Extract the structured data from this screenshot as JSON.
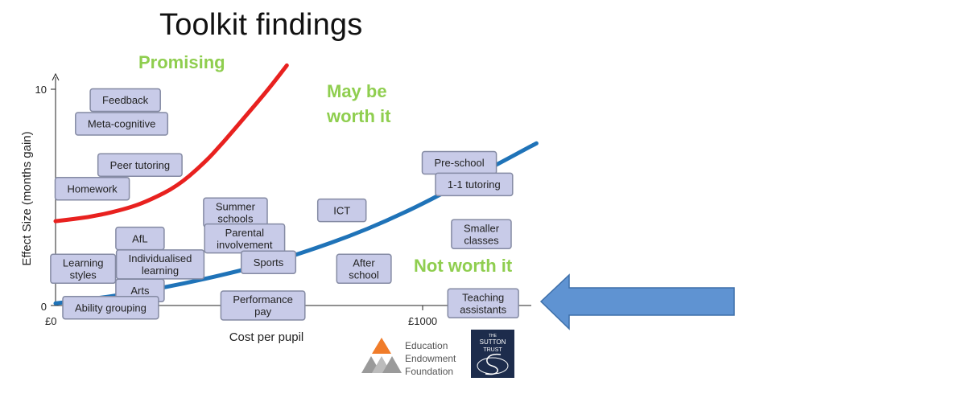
{
  "page_title": "Toolkit findings",
  "zones": {
    "promising": "Promising",
    "may_be_line1": "May be",
    "may_be_line2": "worth it",
    "not_worth": "Not worth it"
  },
  "chart_data": {
    "type": "scatter",
    "title": "Toolkit findings",
    "xlabel": "Cost per pupil",
    "ylabel": "Effect Size (months gain)",
    "x_ticks": [
      "£0",
      "£1000"
    ],
    "y_ticks": [
      "0",
      "10"
    ],
    "xlim": [
      0,
      1300
    ],
    "ylim": [
      0,
      10.5
    ],
    "grid": false,
    "points": [
      {
        "lines": [
          "Feedback"
        ],
        "x": 190,
        "y": 9.5
      },
      {
        "lines": [
          "Meta-cognitive"
        ],
        "x": 180,
        "y": 8.4
      },
      {
        "lines": [
          "Peer tutoring"
        ],
        "x": 230,
        "y": 6.5
      },
      {
        "lines": [
          "Homework"
        ],
        "x": 100,
        "y": 5.4
      },
      {
        "lines": [
          "Summer",
          "schools"
        ],
        "x": 490,
        "y": 4.3
      },
      {
        "lines": [
          "ICT"
        ],
        "x": 780,
        "y": 4.4
      },
      {
        "lines": [
          "Pre-school"
        ],
        "x": 1100,
        "y": 6.6
      },
      {
        "lines": [
          "1-1 tutoring"
        ],
        "x": 1140,
        "y": 5.6
      },
      {
        "lines": [
          "AfL"
        ],
        "x": 230,
        "y": 3.1
      },
      {
        "lines": [
          "Parental",
          "involvement"
        ],
        "x": 515,
        "y": 3.1
      },
      {
        "lines": [
          "Smaller",
          "classes"
        ],
        "x": 1160,
        "y": 3.3
      },
      {
        "lines": [
          "Learning",
          "styles"
        ],
        "x": 75,
        "y": 1.7
      },
      {
        "lines": [
          "Individualised",
          "learning"
        ],
        "x": 285,
        "y": 1.9
      },
      {
        "lines": [
          "Sports"
        ],
        "x": 580,
        "y": 2.0
      },
      {
        "lines": [
          "After",
          "school"
        ],
        "x": 840,
        "y": 1.7
      },
      {
        "lines": [
          "Arts"
        ],
        "x": 230,
        "y": 0.7
      },
      {
        "lines": [
          "Ability grouping"
        ],
        "x": 150,
        "y": -0.1
      },
      {
        "lines": [
          "Performance",
          "pay"
        ],
        "x": 565,
        "y": 0.0
      },
      {
        "lines": [
          "Teaching",
          "assistants"
        ],
        "x": 1165,
        "y": 0.1
      }
    ],
    "curves": [
      {
        "color": "#e8211f",
        "x": [
          0,
          100,
          200,
          260,
          330,
          400,
          460,
          520,
          580,
          630
        ],
        "y": [
          3.9,
          4.1,
          4.5,
          4.9,
          5.5,
          6.5,
          7.6,
          8.8,
          10.0,
          11.1
        ]
      },
      {
        "color": "#1f73b8",
        "x": [
          0,
          100,
          200,
          300,
          400,
          500,
          600,
          700,
          800,
          900,
          1000,
          1100,
          1200,
          1310
        ],
        "y": [
          0.1,
          0.3,
          0.55,
          0.85,
          1.2,
          1.6,
          2.05,
          2.6,
          3.2,
          3.9,
          4.7,
          5.6,
          6.5,
          7.5
        ]
      }
    ],
    "colors": {
      "box_fill": "#c8cbe8",
      "box_stroke": "#848aa3",
      "zone_text": "#8fce4f",
      "arrow": "#5f93d2"
    }
  },
  "logos": {
    "eef": [
      "Education",
      "Endowment",
      "Foundation"
    ],
    "sutton": [
      "THE",
      "SUTTON",
      "TRUST"
    ]
  }
}
